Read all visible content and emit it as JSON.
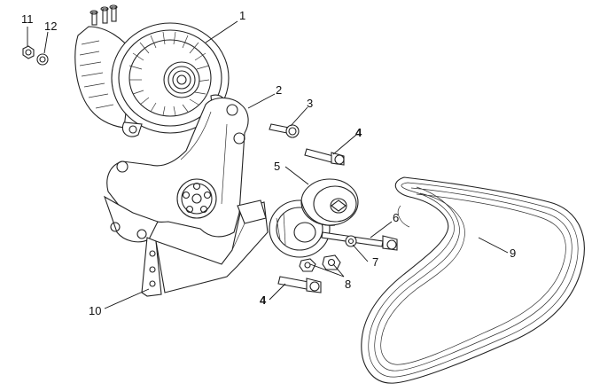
{
  "callouts": [
    {
      "id": "1",
      "text": "1"
    },
    {
      "id": "2",
      "text": "2"
    },
    {
      "id": "3",
      "text": "3"
    },
    {
      "id": "4a",
      "text": "4"
    },
    {
      "id": "4b",
      "text": "4"
    },
    {
      "id": "5",
      "text": "5"
    },
    {
      "id": "6",
      "text": "6"
    },
    {
      "id": "7",
      "text": "7"
    },
    {
      "id": "8",
      "text": "8"
    },
    {
      "id": "9",
      "text": "9"
    },
    {
      "id": "10",
      "text": "10"
    },
    {
      "id": "11",
      "text": "11"
    },
    {
      "id": "12",
      "text": "12"
    }
  ],
  "parts": {
    "alternator": "alternator-icon",
    "bracket": "mounting-bracket-icon",
    "tensioner": "belt-tensioner-icon",
    "belt": "serpentine-belt-icon",
    "bolts": "bolt-icon",
    "nut": "nut-icon",
    "washer": "washer-icon"
  }
}
